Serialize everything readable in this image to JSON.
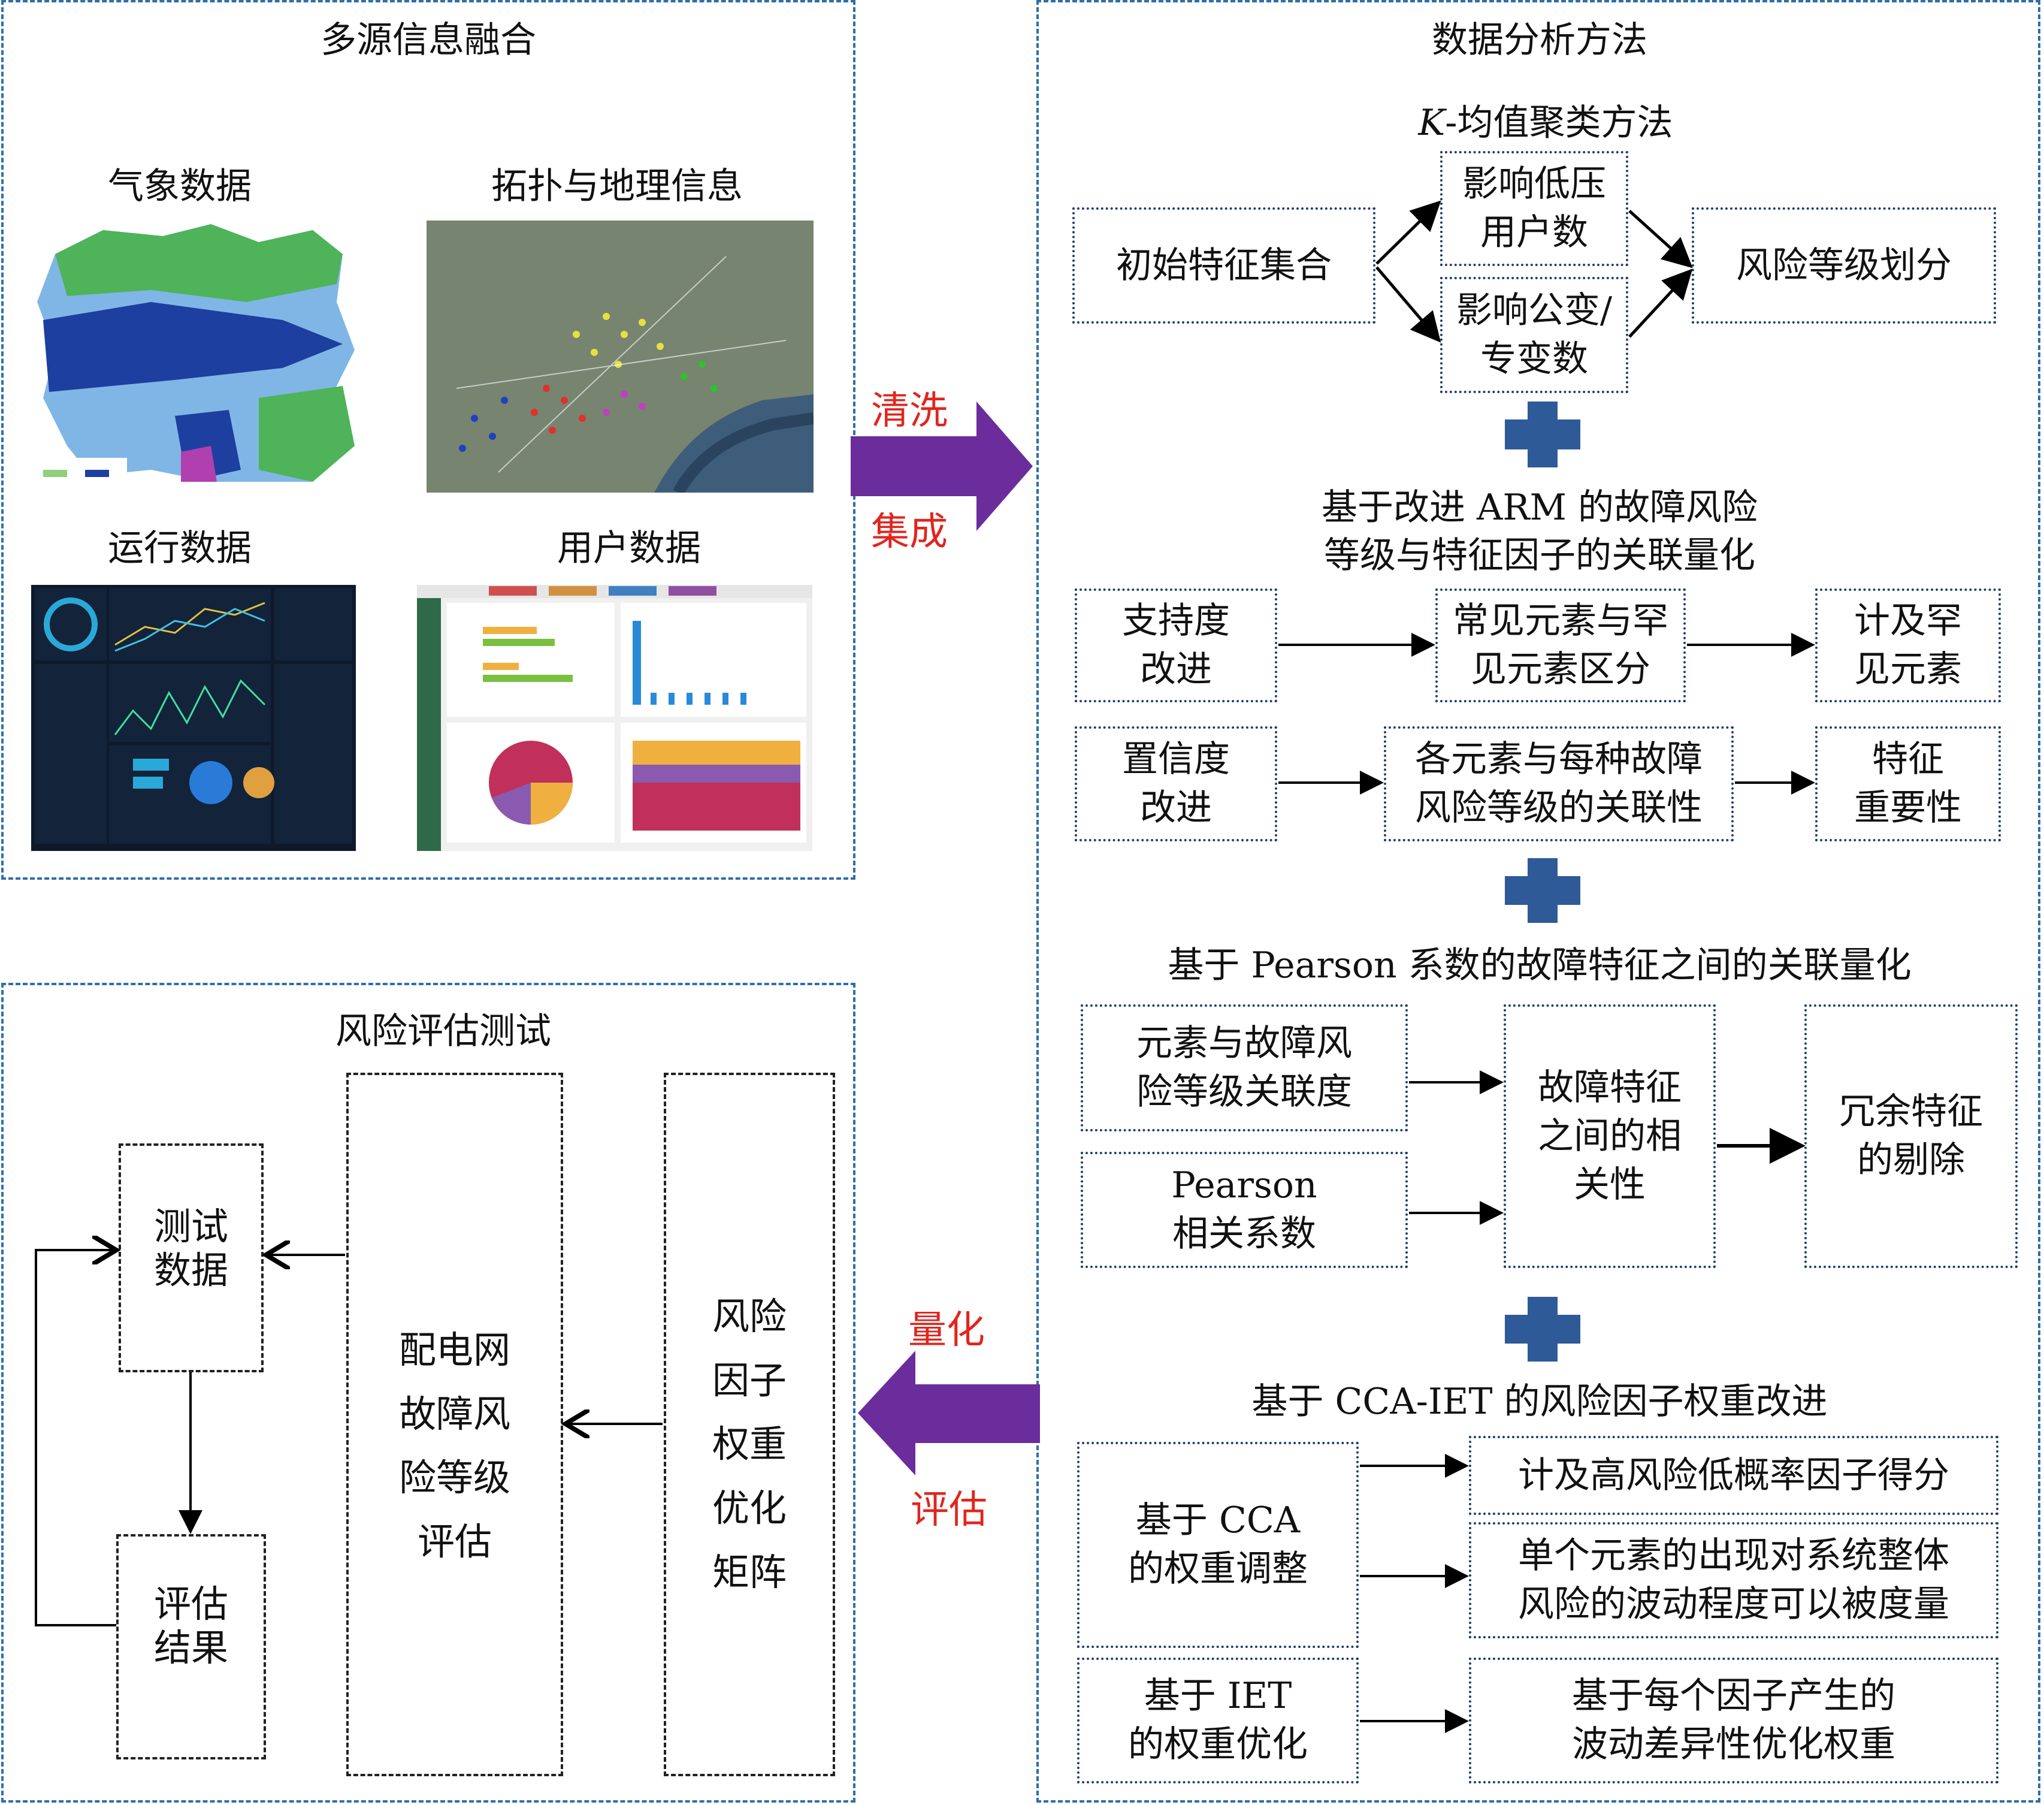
{
  "left_top": {
    "title": "多源信息融合",
    "captions": [
      "气象数据",
      "拓扑与地理信息",
      "运行数据",
      "用户数据"
    ]
  },
  "left_bottom": {
    "title": "风险评估测试",
    "test_data": "测试\n数据",
    "eval_result": "评估\n结果",
    "grade_eval": "配电网\n故障风\n险等级\n评估",
    "weight_matrix": "风险\n因子\n权重\n优化\n矩阵"
  },
  "middle": {
    "clean": "清洗",
    "integrate": "集成",
    "quantify": "量化",
    "evaluate": "评估"
  },
  "right": {
    "title": "数据分析方法",
    "kmeans": {
      "title": "K-均值聚类方法",
      "initial": "初始特征集合",
      "low_users": "影响低压\n用户数",
      "transformers": "影响公变/\n专变数",
      "risk_levels": "风险等级划分"
    },
    "arm": {
      "title_line1": "基于改进 ARM 的故障风险",
      "title_line2": "等级与特征因子的关联量化",
      "support": "支持度\n改进",
      "common_rare": "常见元素与罕\n见元素区分",
      "rare_count": "计及罕\n见元素",
      "confidence": "置信度\n改进",
      "element_assoc": "各元素与每种故障\n风险等级的关联性",
      "importance": "特征\n重要性"
    },
    "pearson": {
      "title": "基于 Pearson 系数的故障特征之间的关联量化",
      "element_degree": "元素与故障风\n险等级关联度",
      "coefficient": "Pearson\n相关系数",
      "feature_corr": "故障特征\n之间的相\n关性",
      "redundant": "冗余特征\n的剔除"
    },
    "cca": {
      "title": "基于 CCA-IET 的风险因子权重改进",
      "cca_adjust": "基于 CCA\n的权重调整",
      "high_risk": "计及高风险低概率因子得分",
      "fluctuation": "单个元素的出现对系统整体\n风险的波动程度可以被度量",
      "iet_opt": "基于 IET\n的权重优化",
      "diff_opt": "基于每个因子产生的\n波动差异性优化权重"
    }
  },
  "colors": {
    "panel_border": "#2f6fa8",
    "box_border": "#1f3f6e",
    "plus": "#2e5a97",
    "arrow": "#6b2d9c",
    "red_label": "#e0261e"
  }
}
